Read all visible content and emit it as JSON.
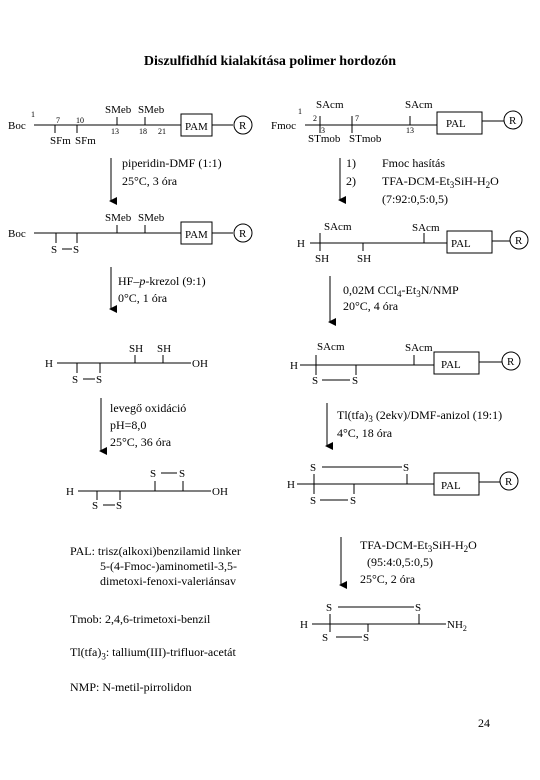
{
  "title": "Diszulfidhíd kialakítása polimer hordozón",
  "labels": {
    "boc": "Boc",
    "fmoc": "Fmoc",
    "h": "H",
    "oh": "OH",
    "nh2": "NH",
    "pam": "PAM",
    "pal": "PAL",
    "r": "R",
    "smeb": "SMeb",
    "sfm": "SFm",
    "sacm": "SAcm",
    "stmob": "STmob",
    "s": "S",
    "sh": "SH"
  },
  "positions": {
    "n1": "1",
    "n2": "2",
    "n3": "3",
    "n7": "7",
    "n10": "10",
    "n13": "13",
    "n18": "18",
    "n21": "21"
  },
  "left_steps": {
    "step1": {
      "line1": "piperidin-DMF (1:1)",
      "line2": "25°C, 3 óra"
    },
    "step2": {
      "line1a": "HF–",
      "line1b": "p",
      "line1c": "-krezol (9:1)",
      "line2": "0°C, 1 óra"
    },
    "step3": {
      "line1": "levegő oxidáció",
      "line2": "pH=8,0",
      "line3": "25°C, 36 óra"
    }
  },
  "right_steps": {
    "step1": {
      "n1": "1)",
      "t1": "Fmoc hasítás",
      "n2": "2)",
      "t2a": "TFA-DCM-Et",
      "t2b": "3",
      "t2c": "SiH-H",
      "t2d": "2",
      "t2e": "O",
      "t3": "(7:92:0,5:0,5)"
    },
    "step2": {
      "a": "0,02M CCl",
      "b": "4",
      "c": "-Et",
      "d": "3",
      "e": "N/NMP",
      "line2": "20°C, 4 óra"
    },
    "step3": {
      "a": "Tl(tfa)",
      "b": "3",
      "c": " (2ekv)/DMF-anizol (19:1)",
      "line2": "4°C, 18 óra"
    },
    "step4": {
      "a": "TFA-DCM-Et",
      "b": "3",
      "c": "SiH-H",
      "d": "2",
      "e": "O",
      "line2": "(95:4:0,5:0,5)",
      "line3": "25°C, 2 óra"
    }
  },
  "legend": {
    "pal1": "PAL: trisz(alkoxi)benzilamid linker",
    "pal2": "5-(4-Fmoc-)aminometil-3,5-",
    "pal3": "dimetoxi-fenoxi-valeriánsav",
    "tmob": "Tmob: 2,4,6-trimetoxi-benzil",
    "tl_a": "Tl(tfa)",
    "tl_b": "3",
    "tl_c": ": tallium(III)-trifluor-acetát",
    "nmp": "NMP: N-metil-pirrolidon"
  },
  "page_number": "24"
}
